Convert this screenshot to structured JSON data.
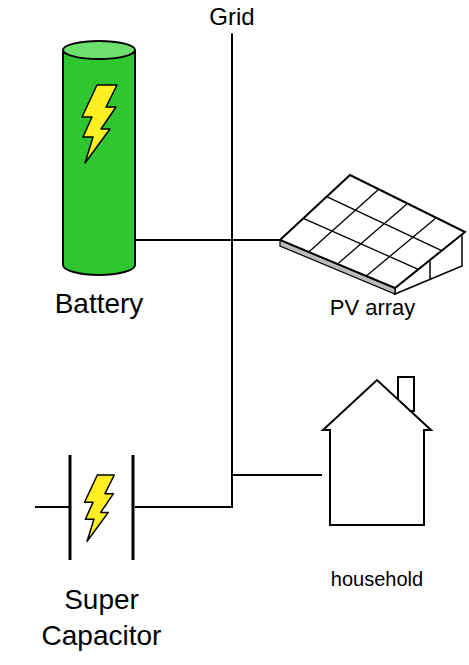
{
  "diagram": {
    "nodes": [
      {
        "text": [
          "Grid"
        ]
      },
      {
        "text": [
          "Battery"
        ]
      },
      {
        "text": [
          "PV array"
        ]
      },
      {
        "text": [
          "household"
        ]
      },
      {
        "text": [
          "Super Capacitor"
        ]
      }
    ],
    "edges": [
      {
        "from": 0,
        "to": 1,
        "arrow": "none"
      },
      {
        "from": 0,
        "to": 2,
        "arrow": "none"
      },
      {
        "from": 0,
        "to": 3,
        "arrow": "none"
      },
      {
        "from": 0,
        "to": 4,
        "arrow": "none"
      }
    ]
  }
}
